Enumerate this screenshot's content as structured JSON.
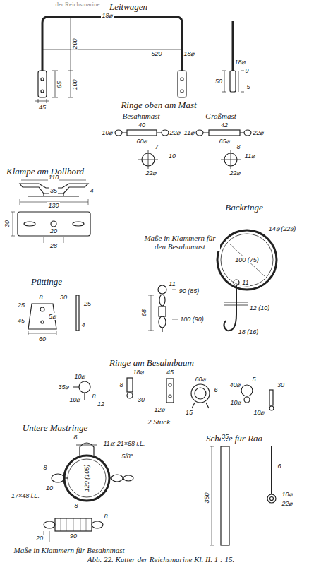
{
  "diagram": {
    "caption": "Abb. 22. Kutter der Reichsmarine Kl. II.   1 : 15.",
    "labels": [
      "der Reichsmarine",
      "Leitwagen",
      "18⌀",
      "200",
      "520",
      "18⌀",
      "100",
      "65",
      "45",
      "18⌀",
      "9",
      "50",
      "5",
      "Ringe oben am Mast",
      "Besahnmast",
      "Großmast",
      "10⌀",
      "40",
      "22⌀",
      "60⌀",
      "7",
      "10",
      "22⌀",
      "11⌀",
      "42",
      "22⌀",
      "65⌀",
      "8",
      "11⌀",
      "22⌀",
      "Klampe am Dollbord",
      "110",
      "35",
      "4",
      "130",
      "30",
      "20",
      "28",
      "Backringe",
      "Maße in Klammern für den Besahnmast",
      "14⌀ (22⌀)",
      "100 (75)",
      "Püttinge",
      "8",
      "30",
      "25",
      "45",
      "5⌀",
      "25",
      "4",
      "60",
      "11",
      "90 (85)",
      "68",
      "100 (90)",
      "11",
      "12 (10)",
      "18 (16)",
      "Ringe am Besahnbaum",
      "10⌀",
      "35⌀",
      "8",
      "10⌀",
      "12",
      "18⌀",
      "8",
      "30",
      "45",
      "12⌀",
      "60⌀",
      "6",
      "15",
      "5",
      "30",
      "40⌀",
      "10⌀",
      "18⌀",
      "2 Stück",
      "Untere Mastringe",
      "8",
      "11⌀; 21×68 i.L.",
      "5/8\"",
      "8",
      "10",
      "17×48 i.L.",
      "120 (105)",
      "8",
      "8",
      "20",
      "90",
      "Schelle für Raa",
      "35",
      "350",
      "6",
      "10⌀",
      "22⌀",
      "Maße in Klammern für Besahnmast"
    ]
  }
}
